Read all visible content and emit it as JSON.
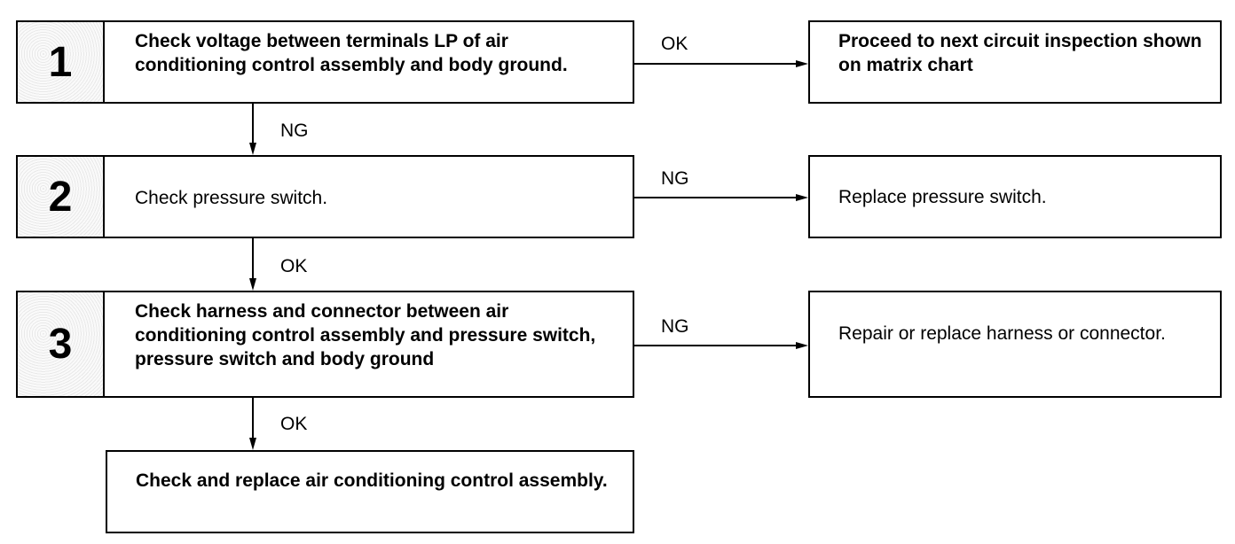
{
  "steps": [
    {
      "number": "1",
      "text": "Check voltage between terminals LP of air conditioning control assembly and body ground."
    },
    {
      "number": "2",
      "text": "Check pressure switch."
    },
    {
      "number": "3",
      "text": "Check harness and connector between air conditioning control assembly and pressure switch, pressure switch and body ground"
    }
  ],
  "final_step": {
    "text": "Check and replace air conditioning control assembly."
  },
  "outcomes": [
    {
      "text": "Proceed to next circuit inspection shown on matrix chart"
    },
    {
      "text": "Replace pressure switch."
    },
    {
      "text": "Repair or replace harness or connector."
    }
  ],
  "labels": {
    "step1_right": "OK",
    "step1_down": "NG",
    "step2_right": "NG",
    "step2_down": "OK",
    "step3_right": "NG",
    "step3_down": "OK"
  }
}
